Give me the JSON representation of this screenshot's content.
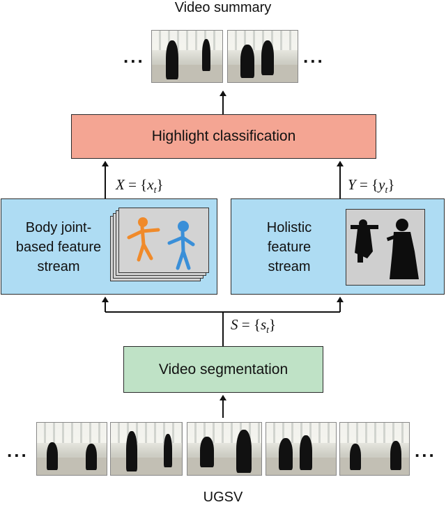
{
  "title": "Video summary",
  "input_label": "UGSV",
  "ellipsis": "...",
  "highlight_box": {
    "label": "Highlight classification"
  },
  "segmentation_box": {
    "label": "Video segmentation"
  },
  "left_stream": {
    "line1": "Body joint-",
    "line2": "based feature",
    "line3": "stream"
  },
  "right_stream": {
    "line1": "Holistic",
    "line2": "feature",
    "line3": "stream"
  },
  "left_feature": {
    "var": "X",
    "eq": " = {",
    "sym": "x",
    "sub": "t",
    "close": "}"
  },
  "right_feature": {
    "var": "Y",
    "eq": " = {",
    "sym": "y",
    "sub": "t",
    "close": "}"
  },
  "segments": {
    "var": "S",
    "eq": " = {",
    "sym": "s",
    "sub": "t",
    "close": "}"
  },
  "colors": {
    "highlight_box": "#f4a593",
    "segmentation_box": "#bfe2c6",
    "stream_box": "#aedcf3",
    "skeleton_orange": "#f08a2a",
    "skeleton_blue": "#3a8fd8"
  }
}
